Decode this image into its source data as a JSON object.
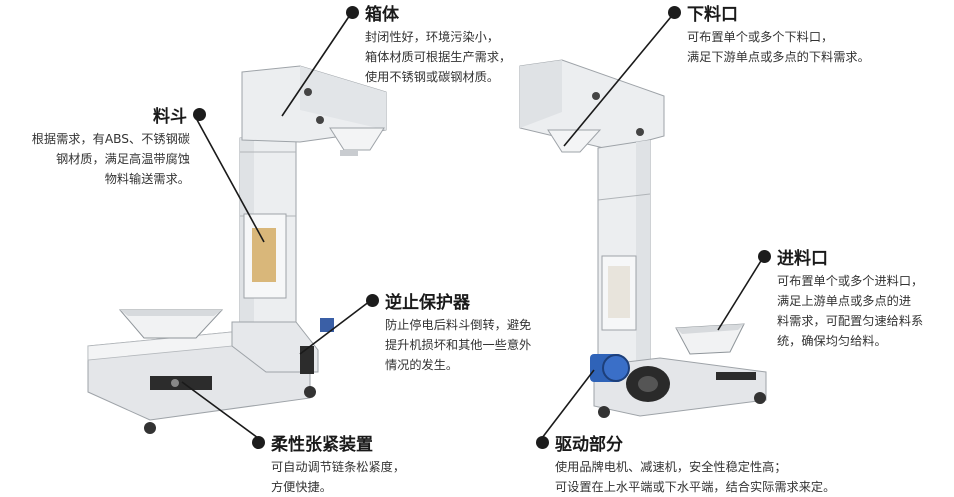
{
  "callouts": {
    "box": {
      "title": "箱体",
      "desc": [
        "封闭性好，环境污染小，",
        "箱体材质可根据生产需求，",
        "使用不锈钢或碳钢材质。"
      ]
    },
    "bucket": {
      "title": "料斗",
      "desc": [
        "根据需求，有ABS、不锈钢碳",
        "钢材质，满足高温带腐蚀",
        "物料输送需求。"
      ]
    },
    "outlet": {
      "title": "下料口",
      "desc": [
        "可布置单个或多个下料口，",
        "满足下游单点或多点的下料需求。"
      ]
    },
    "backstop": {
      "title": "逆止保护器",
      "desc": [
        "防止停电后料斗倒转，避免",
        "提升机损坏和其他一些意外",
        "情况的发生。"
      ]
    },
    "inlet": {
      "title": "进料口",
      "desc": [
        "可布置单个或多个进料口，",
        "满足上游单点或多点的进",
        "料需求，可配置匀速给料系",
        "统，确保均匀给料。"
      ]
    },
    "tension": {
      "title": "柔性张紧装置",
      "desc": [
        "可自动调节链条松紧度，",
        "方便快捷。"
      ]
    },
    "drive": {
      "title": "驱动部分",
      "desc": [
        "使用品牌电机、减速机，安全性稳定性高；",
        "可设置在上水平端或下水平端，结合实际需求来定。"
      ]
    }
  },
  "colors": {
    "machine_body": "#eceef0",
    "machine_shadow": "#c9ccd0",
    "window": "#d9b77a",
    "motor_blue": "#2f63b8",
    "dark_part": "#2a2a2a",
    "leader_line": "#1a1a1a"
  }
}
